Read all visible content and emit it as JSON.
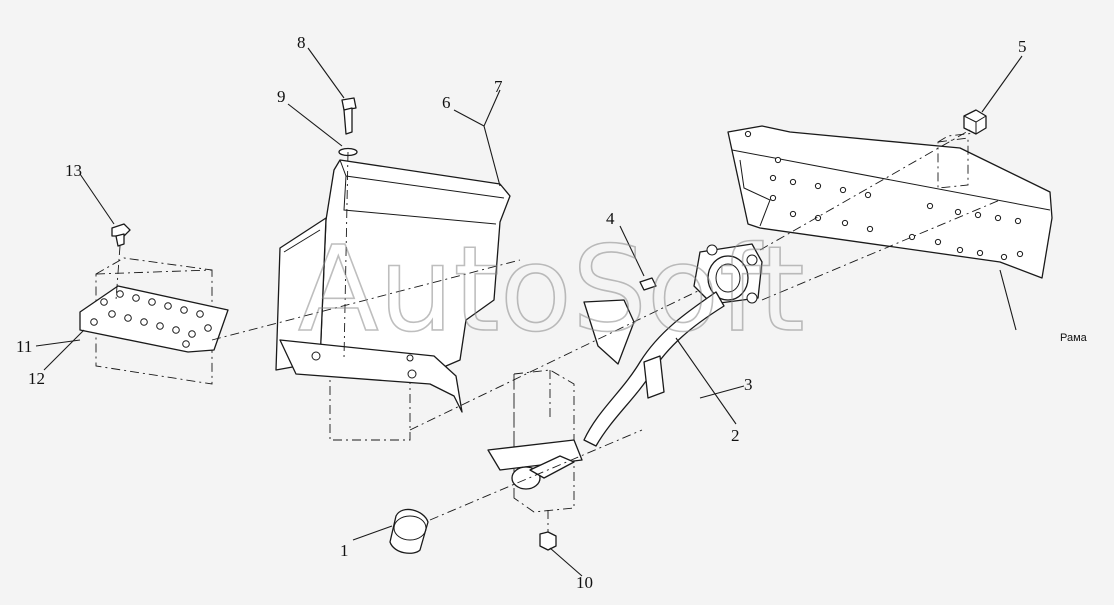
{
  "diagram": {
    "callouts": [
      "1",
      "2",
      "3",
      "4",
      "5",
      "6",
      "7",
      "8",
      "9",
      "10",
      "11",
      "12",
      "13"
    ],
    "frame_label": "Рама",
    "watermark": "AutoSoft"
  }
}
